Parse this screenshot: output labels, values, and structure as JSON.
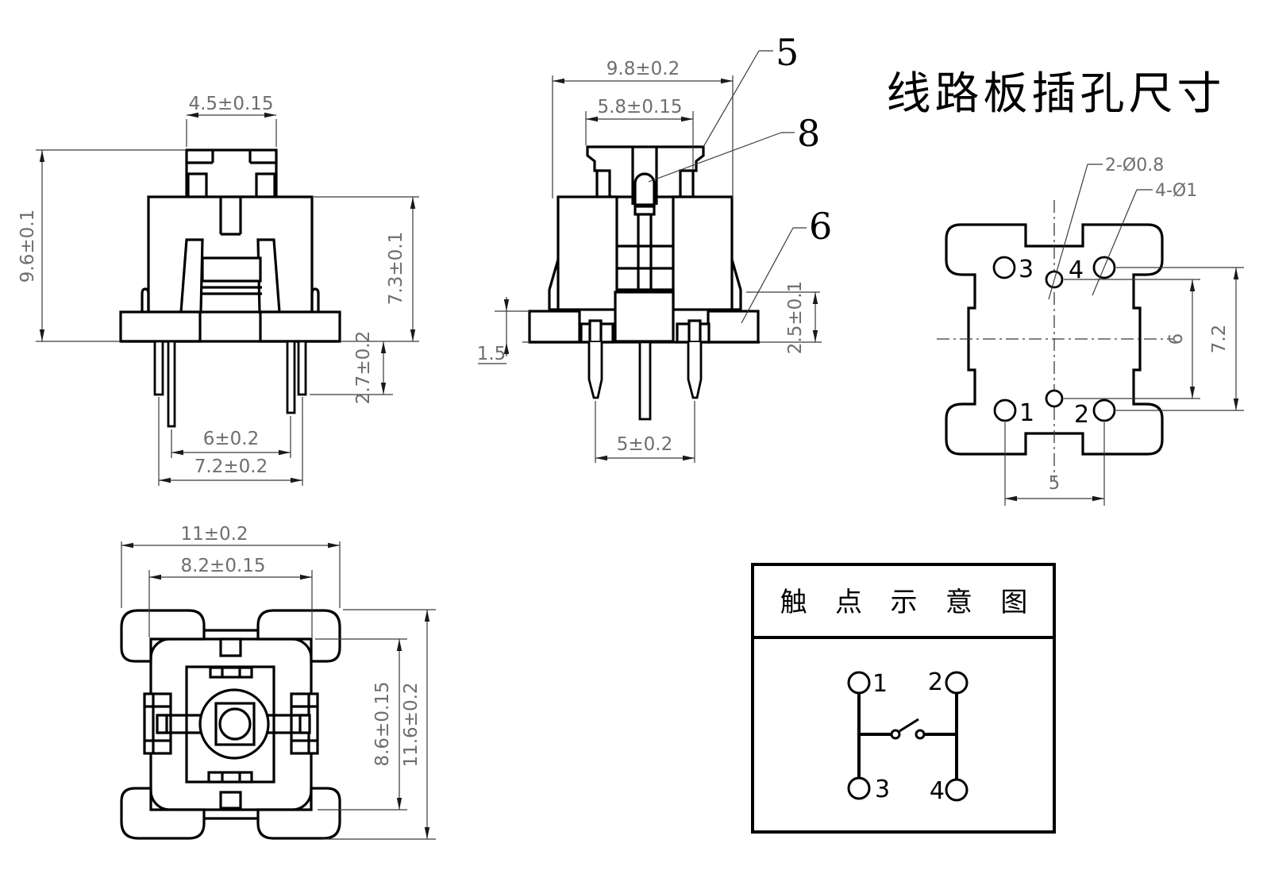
{
  "front_view": {
    "dims": {
      "cap_width": "4.5±0.15",
      "total_height": "9.6±0.1",
      "body_height": "7.3±0.1",
      "pin_protrusion": "2.7±0.2",
      "pin_pitch_inner": "6±0.2",
      "pin_pitch_outer": "7.2±0.2"
    }
  },
  "side_view": {
    "dims": {
      "outer_width": "9.8±0.2",
      "cap_width": "5.8±0.15",
      "base_thickness": "1.5",
      "standoff_height": "2.5±0.1",
      "pin_pitch": "5±0.2"
    },
    "callouts": {
      "five": "5",
      "eight": "8",
      "six": "6"
    }
  },
  "pcb_view": {
    "title": "线路板插孔尺寸",
    "labels": {
      "small_holes": "2-Ø0.8",
      "large_holes": "4-Ø1",
      "hole1": "1",
      "hole2": "2",
      "hole3": "3",
      "hole4": "4"
    },
    "dims": {
      "small_hole_span": "6",
      "large_hole_span": "7.2",
      "hole_pitch": "5"
    }
  },
  "bottom_view": {
    "dims": {
      "outer_width": "11±0.2",
      "body_width": "8.2±0.15",
      "body_height": "8.6±0.15",
      "outer_height": "11.6±0.2"
    }
  },
  "schematic": {
    "header": "触 点 示 意 图",
    "contacts": {
      "c1": "1",
      "c2": "2",
      "c3": "3",
      "c4": "4"
    }
  }
}
